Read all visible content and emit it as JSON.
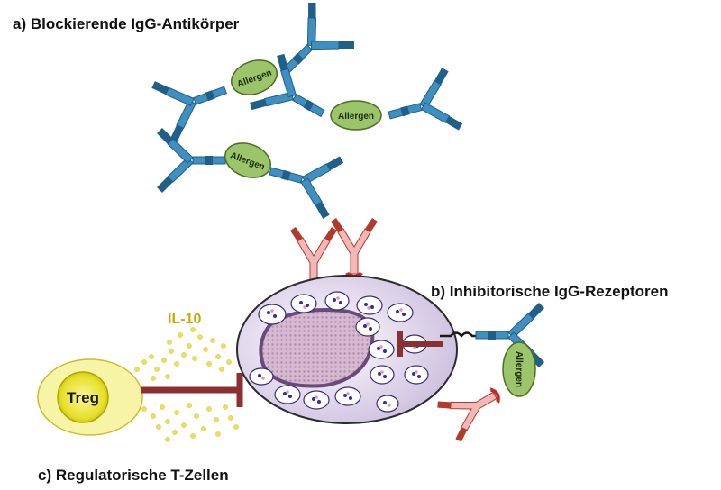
{
  "labels": {
    "a": "a) Blockierende IgG-Antikörper",
    "b": "b) Inhibitorische IgG-Rezeptoren",
    "c": "c) Regulatorische T-Zellen",
    "il10": "IL-10",
    "treg": "Treg",
    "allergen": "Allergen"
  },
  "colors": {
    "antibody_blue": "#3f8fc0",
    "antibody_dark": "#1f5f8a",
    "allergen_green": "#9cc46a",
    "receptor_pink": "#f2b7b7",
    "receptor_red": "#b23a2a",
    "inhibit_bar": "#8a3030",
    "treg_yellow": "#e6e03a",
    "il10_dot": "#f0dc5a",
    "mastcell_fill": "#ece6f3",
    "nucleus": "#c9a7c5"
  }
}
